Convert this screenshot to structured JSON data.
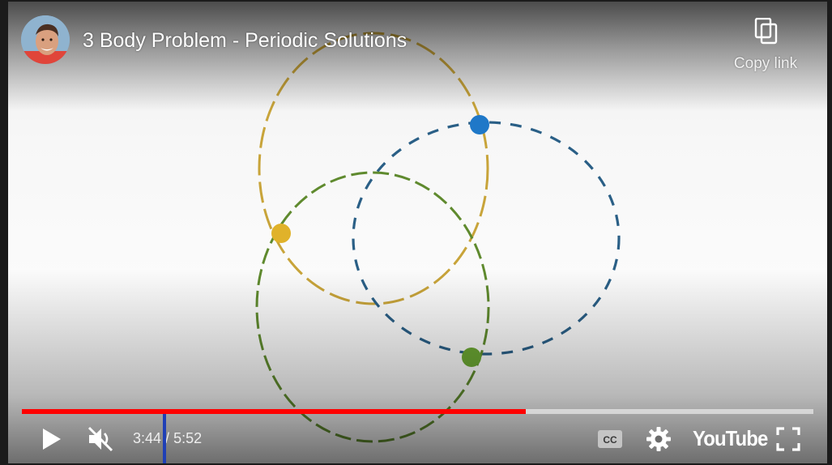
{
  "video": {
    "title": "3 Body Problem - Periodic Solutions",
    "channel_avatar": "avatar"
  },
  "share": {
    "copy_label": "Copy link",
    "icon": "copy-icon"
  },
  "playback": {
    "state": "paused",
    "muted": true,
    "current_time": "3:44",
    "separator": " / ",
    "duration": "5:52",
    "progress_fraction": 0.637
  },
  "controls": {
    "play_icon": "play-icon",
    "volume_icon": "volume-muted-icon",
    "captions_label": "CC",
    "settings_icon": "gear-icon",
    "logo_text": "YouTube",
    "fullscreen_icon": "fullscreen-icon"
  },
  "scene": {
    "description_colors": {
      "gold": "#c8a43a",
      "blue": "#2a5f86",
      "green": "#5f8a2e",
      "blue_body": "#1f78c8",
      "gold_body": "#e0b22a",
      "green_body": "#6aa532"
    }
  },
  "theme": {
    "accent_red": "#ff0000",
    "white": "#ffffff"
  }
}
